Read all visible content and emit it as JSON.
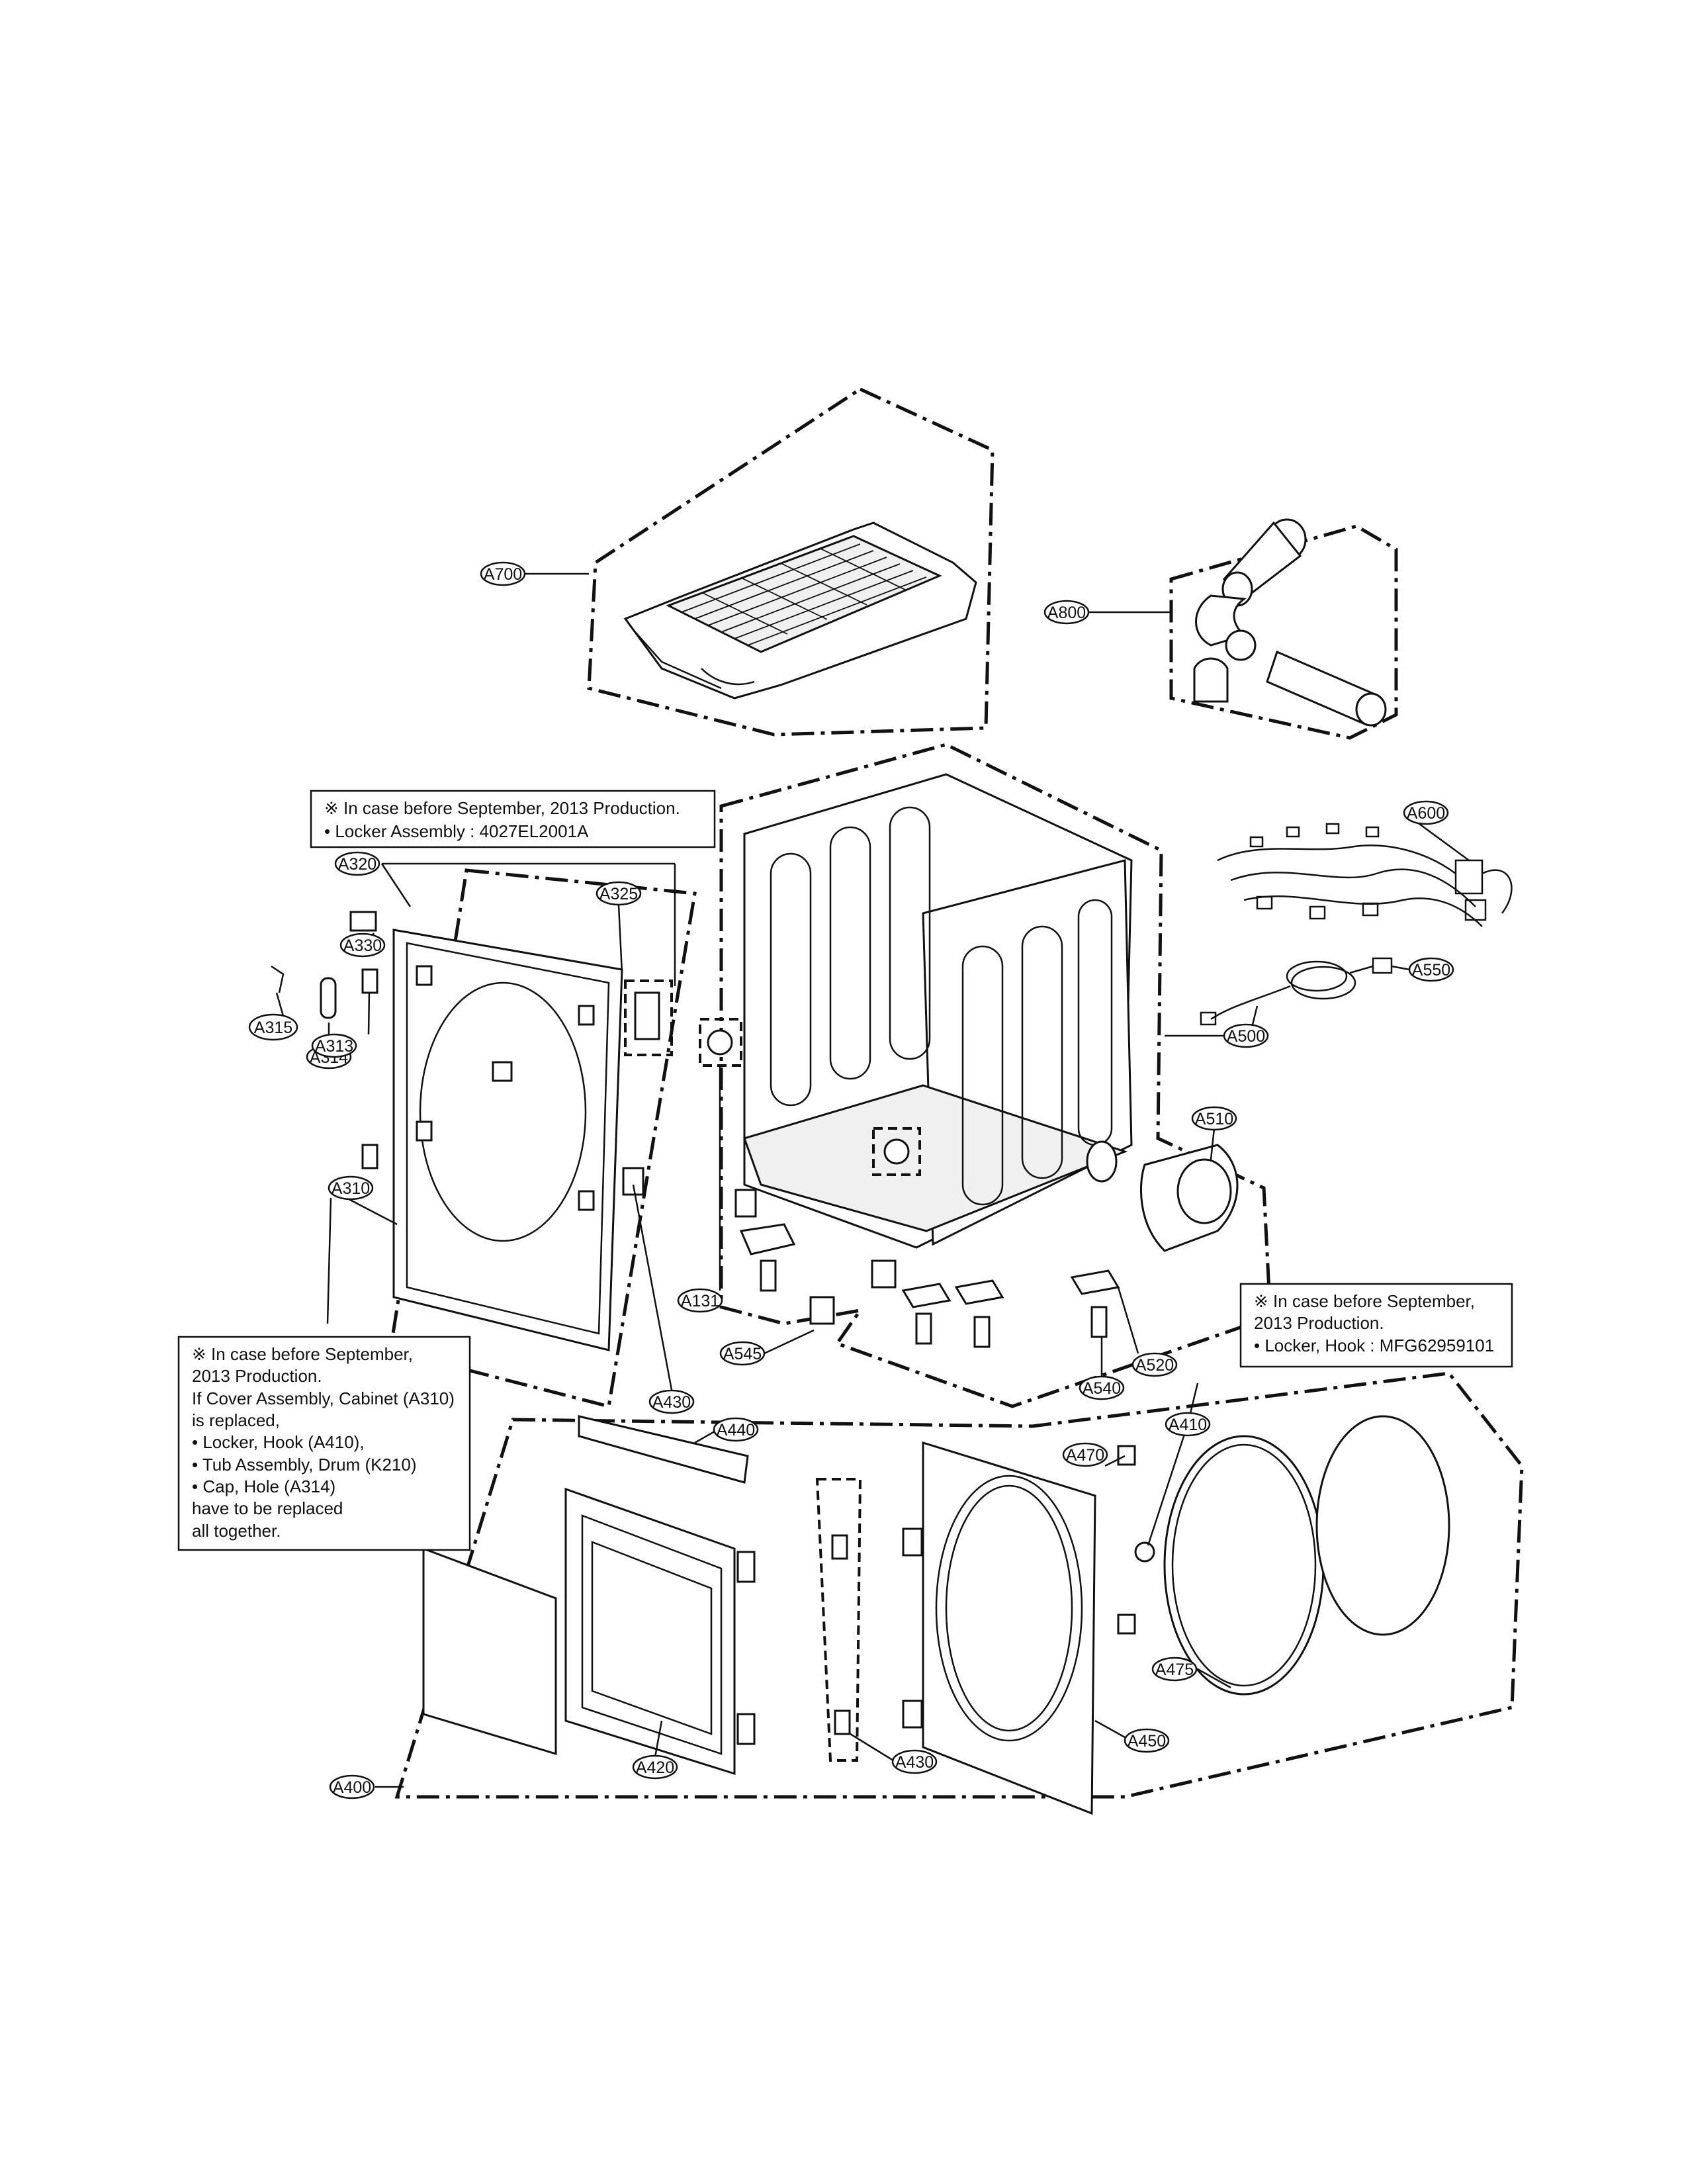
{
  "callouts": [
    {
      "id": "A700",
      "label": "A700"
    },
    {
      "id": "A800",
      "label": "A800"
    },
    {
      "id": "A600",
      "label": "A600"
    },
    {
      "id": "A550",
      "label": "A550"
    },
    {
      "id": "A500",
      "label": "A500"
    },
    {
      "id": "A510",
      "label": "A510"
    },
    {
      "id": "A320",
      "label": "A320"
    },
    {
      "id": "A325",
      "label": "A325"
    },
    {
      "id": "A330",
      "label": "A330"
    },
    {
      "id": "A315",
      "label": "A315"
    },
    {
      "id": "A314",
      "label": "A314"
    },
    {
      "id": "A313",
      "label": "A313"
    },
    {
      "id": "A310",
      "label": "A310"
    },
    {
      "id": "A131",
      "label": "A131"
    },
    {
      "id": "A545",
      "label": "A545"
    },
    {
      "id": "A430a",
      "label": "A430"
    },
    {
      "id": "A540",
      "label": "A540"
    },
    {
      "id": "A520",
      "label": "A520"
    },
    {
      "id": "A410",
      "label": "A410"
    },
    {
      "id": "A440",
      "label": "A440"
    },
    {
      "id": "A470",
      "label": "A470"
    },
    {
      "id": "A475",
      "label": "A475"
    },
    {
      "id": "A450",
      "label": "A450"
    },
    {
      "id": "A430b",
      "label": "A430"
    },
    {
      "id": "A420",
      "label": "A420"
    },
    {
      "id": "A400",
      "label": "A400"
    }
  ],
  "notes": [
    {
      "id": "note-locker-assembly",
      "lines": [
        "※ In case before September, 2013 Production.",
        "• Locker Assembly : 4027EL2001A"
      ]
    },
    {
      "id": "note-locker-hook",
      "lines": [
        "※ In case before September,",
        "2013 Production.",
        "• Locker, Hook : MFG62959101"
      ]
    },
    {
      "id": "note-cover-assembly",
      "lines": [
        "※ In case before September,",
        "2013 Production.",
        "If Cover Assembly, Cabinet (A310)",
        "is replaced,",
        "• Locker, Hook (A410),",
        "• Tub Assembly, Drum (K210)",
        "• Cap, Hole (A314)",
        "have to be replaced",
        "all together."
      ]
    }
  ]
}
